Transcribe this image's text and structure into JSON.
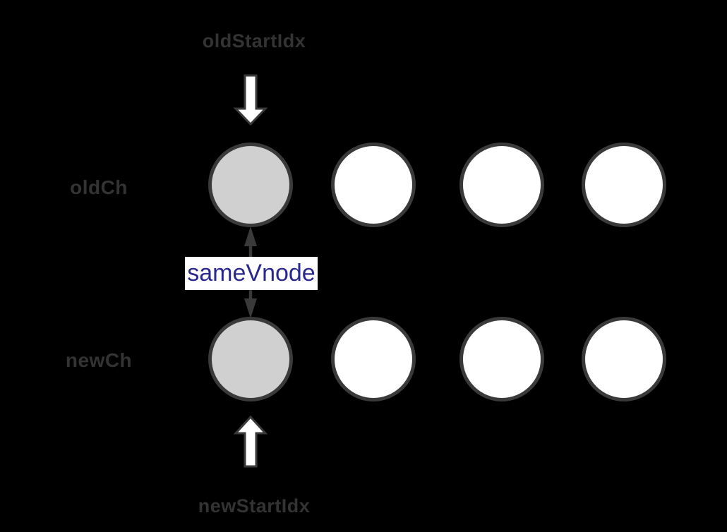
{
  "diagram": {
    "background": "#000000",
    "top_pointer": {
      "label": "oldStartIdx"
    },
    "bottom_pointer": {
      "label": "newStartIdx"
    },
    "connector": {
      "label": "sameVnode",
      "text_color": "#28288f",
      "box_color": "#ffffff"
    },
    "rows": [
      {
        "label": "oldCh",
        "nodes": [
          {
            "fill": "gray"
          },
          {
            "fill": "white"
          },
          {
            "fill": "white"
          },
          {
            "fill": "white"
          }
        ]
      },
      {
        "label": "newCh",
        "nodes": [
          {
            "fill": "gray"
          },
          {
            "fill": "white"
          },
          {
            "fill": "white"
          },
          {
            "fill": "white"
          }
        ]
      }
    ],
    "colors": {
      "label_text": "#333333",
      "node_border": "#3a3a3a",
      "node_gray_fill": "#d0d0d0",
      "node_white_fill": "#ffffff",
      "pointer_arrow_fill": "#ffffff",
      "pointer_arrow_outline": "#3a3a3a",
      "connector_arrow": "#3a3a3a"
    }
  }
}
